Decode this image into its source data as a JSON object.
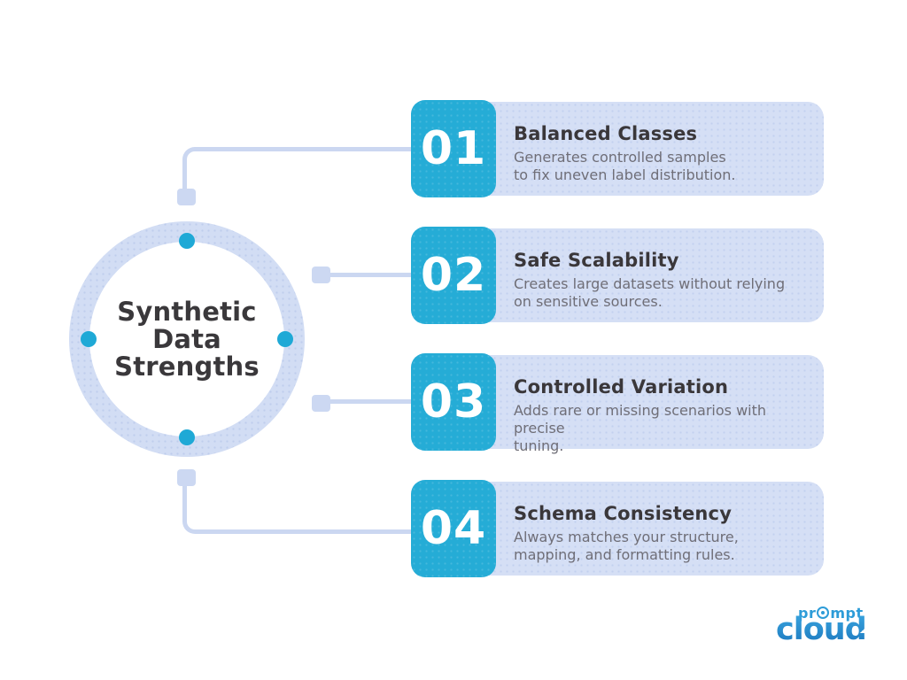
{
  "colors": {
    "accent_cyan": "#25acd6",
    "card_background": "#d5dff5",
    "connector": "#cbd7f1",
    "title_text": "#3a373a",
    "description_text": "#6f6e77",
    "logo_blue": "#2d9cd8",
    "page_background": "#ffffff"
  },
  "center": {
    "title_lines": [
      "Synthetic",
      "Data",
      "Strengths"
    ]
  },
  "items": [
    {
      "number": "01",
      "title": "Balanced Classes",
      "desc_lines": [
        "Generates controlled samples",
        "to fix uneven label distribution."
      ]
    },
    {
      "number": "02",
      "title": "Safe Scalability",
      "desc_lines": [
        "Creates large datasets without relying",
        "on sensitive sources."
      ]
    },
    {
      "number": "03",
      "title": "Controlled Variation",
      "desc_lines": [
        "Adds rare or missing scenarios with precise",
        "tuning."
      ]
    },
    {
      "number": "04",
      "title": "Schema Consistency",
      "desc_lines": [
        "Always matches your structure,",
        "mapping, and formatting rules."
      ]
    }
  ],
  "logo": {
    "brand_top_prefix": "pr",
    "brand_top_suffix": "mpt",
    "brand_bottom": "cloud",
    "cloud_glyph": "☁"
  }
}
